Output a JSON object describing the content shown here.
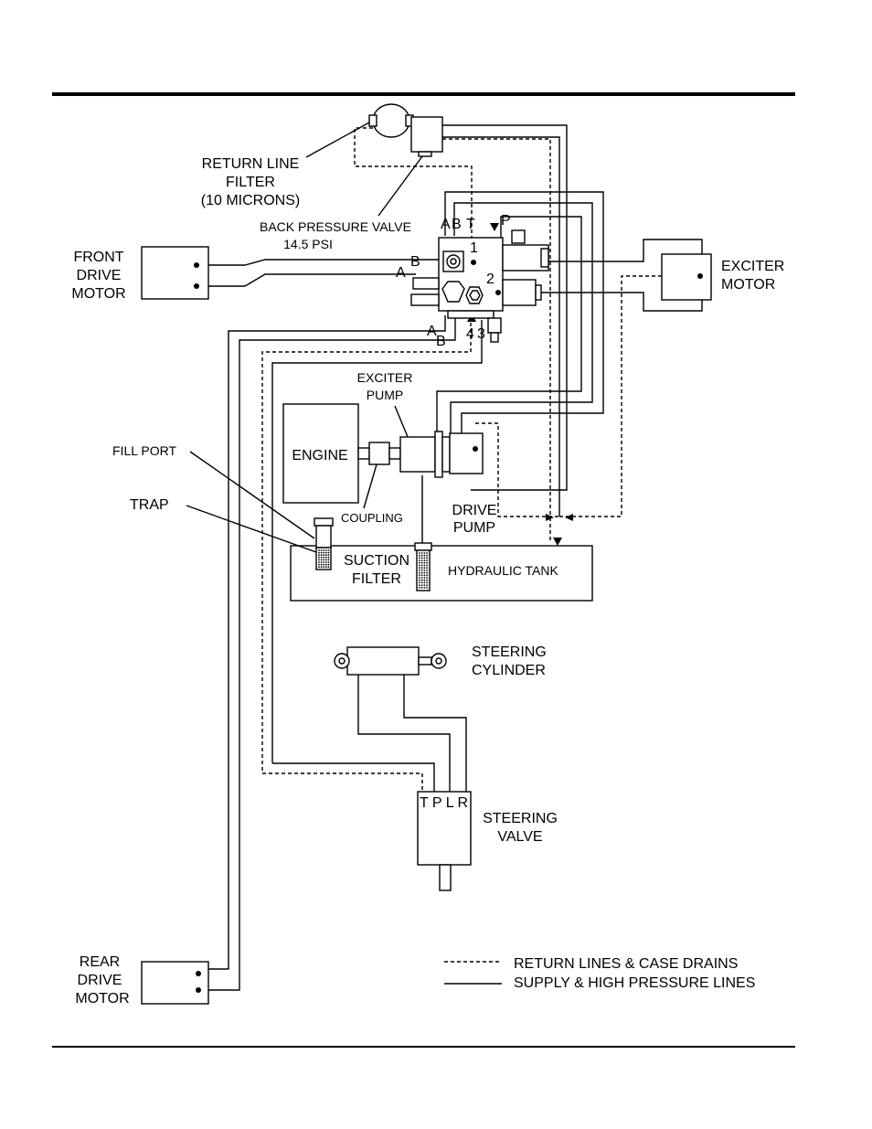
{
  "labels": {
    "return_line_filter": [
      "RETURN LINE",
      "FILTER",
      "(10 MICRONS)"
    ],
    "back_pressure_valve": [
      "BACK PRESSURE VALVE",
      "14.5 PSI"
    ],
    "front_drive_motor": [
      "FRONT",
      "DRIVE",
      "MOTOR"
    ],
    "exciter_motor": [
      "EXCITER",
      "MOTOR"
    ],
    "exciter_pump": [
      "EXCITER",
      "PUMP"
    ],
    "engine": "ENGINE",
    "coupling": "COUPLING",
    "drive_pump": [
      "DRIVE",
      "PUMP"
    ],
    "fill_port": "FILL PORT",
    "trap": "TRAP",
    "suction_filter": [
      "SUCTION",
      "FILTER"
    ],
    "hydraulic_tank": "HYDRAULIC TANK",
    "steering_cylinder": [
      "STEERING",
      "CYLINDER"
    ],
    "steering_valve": [
      "STEERING",
      "VALVE"
    ],
    "steering_valve_ports": "T P L R",
    "rear_drive_motor": [
      "REAR",
      "DRIVE",
      "MOTOR"
    ]
  },
  "ports": {
    "a_top": "A",
    "b_top": "B",
    "t_top": "T",
    "p_top": "P",
    "b_left": "B",
    "a_left": "A",
    "num_1": "1",
    "num_2": "2",
    "a_bottom": "A",
    "b_bottom": "B",
    "num_4": "4",
    "num_3": "3"
  },
  "legend": {
    "return": "RETURN LINES & CASE DRAINS",
    "supply": "SUPPLY & HIGH PRESSURE LINES"
  }
}
